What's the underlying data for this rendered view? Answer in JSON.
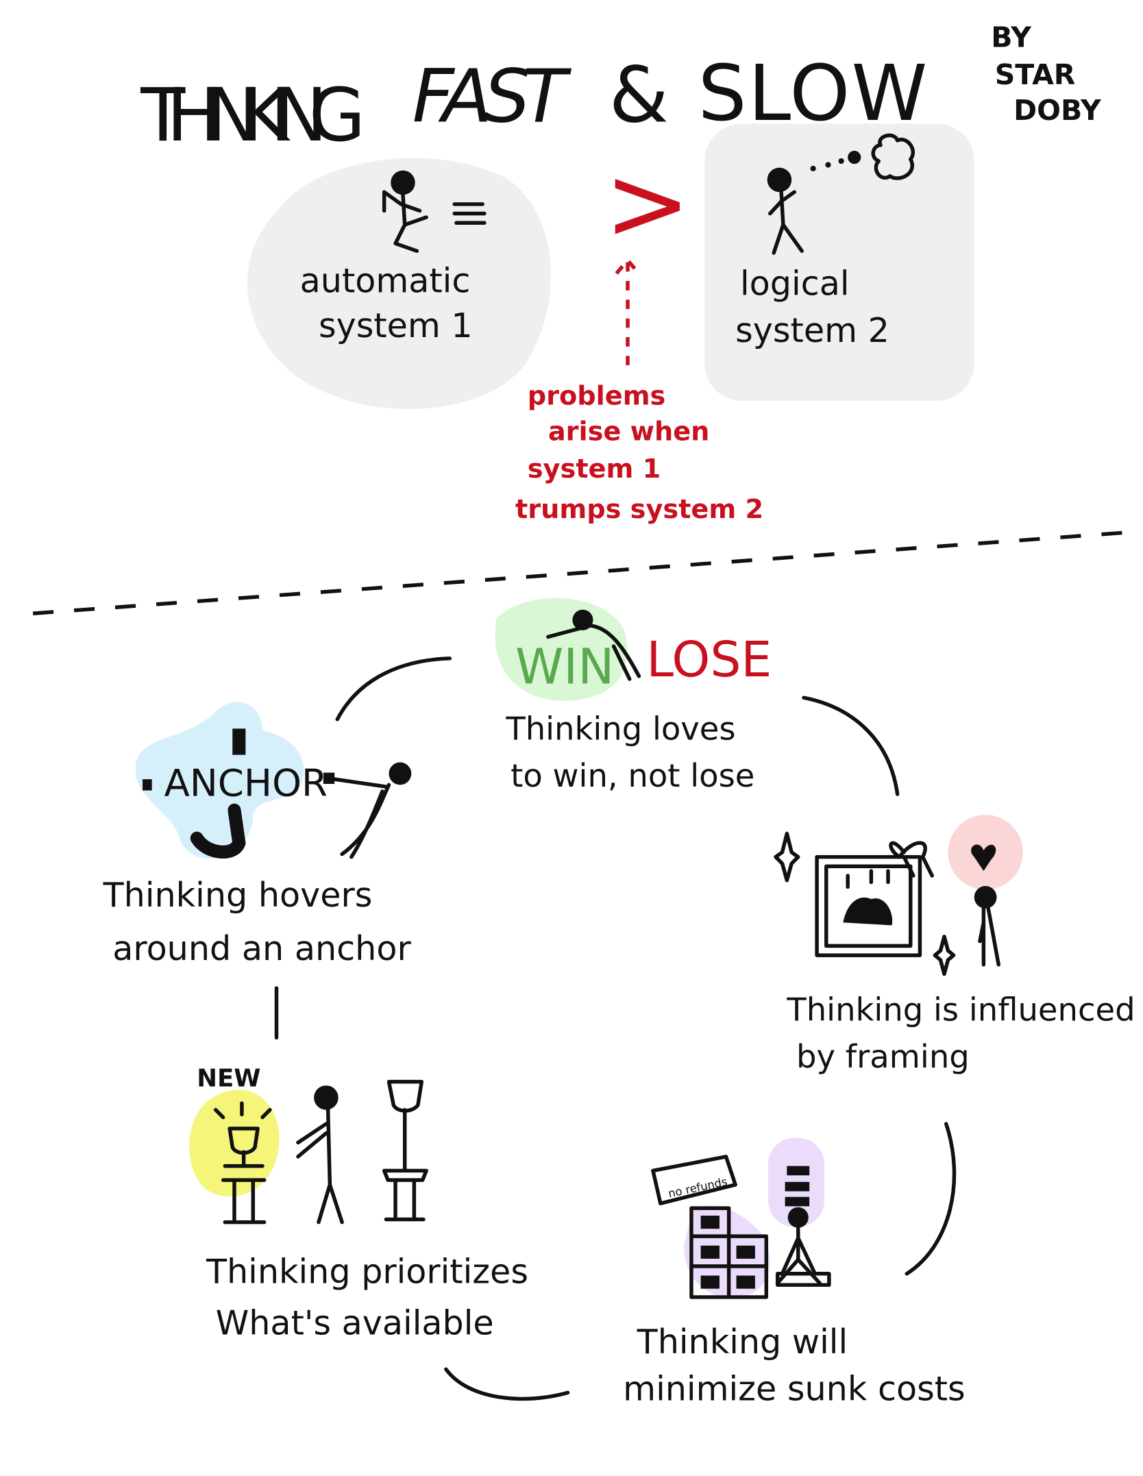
{
  "title": {
    "part1": "THINKING",
    "part2": "FAST",
    "part3": "&",
    "part4": "SLOW"
  },
  "author": {
    "line1": "BY",
    "line2": "STAR",
    "line3": "DOBY"
  },
  "system1": {
    "line1": "automatic",
    "line2": "system 1"
  },
  "system2": {
    "line1": "logical",
    "line2": "system 2"
  },
  "comparison_symbol": ">",
  "problem_note": {
    "line1": "problems",
    "line2": "arise when",
    "line3": "system 1",
    "line4": "trumps system 2"
  },
  "win_lose": {
    "win": "WIN",
    "lose": "LOSE",
    "caption1": "Thinking loves",
    "caption2": "to win, not lose"
  },
  "anchor": {
    "label": "ANCHOR",
    "caption1": "Thinking hovers",
    "caption2": "around an anchor"
  },
  "framing": {
    "caption1": "Thinking is influenced",
    "caption2": "by framing"
  },
  "availability": {
    "badge": "NEW",
    "caption1": "Thinking prioritizes",
    "caption2": "What's available"
  },
  "sunk_costs": {
    "sign": "no refunds",
    "caption1": "Thinking will",
    "caption2": "minimize sunk costs"
  },
  "colors": {
    "red": "#c8101e",
    "gray_bubble": "#efefef",
    "green": "#d9f7d4",
    "blue": "#d6f0fb",
    "pink": "#fbd6d6",
    "yellow": "#f5f57a",
    "purple": "#ecdcfb",
    "win_text": "#5aa84f"
  }
}
